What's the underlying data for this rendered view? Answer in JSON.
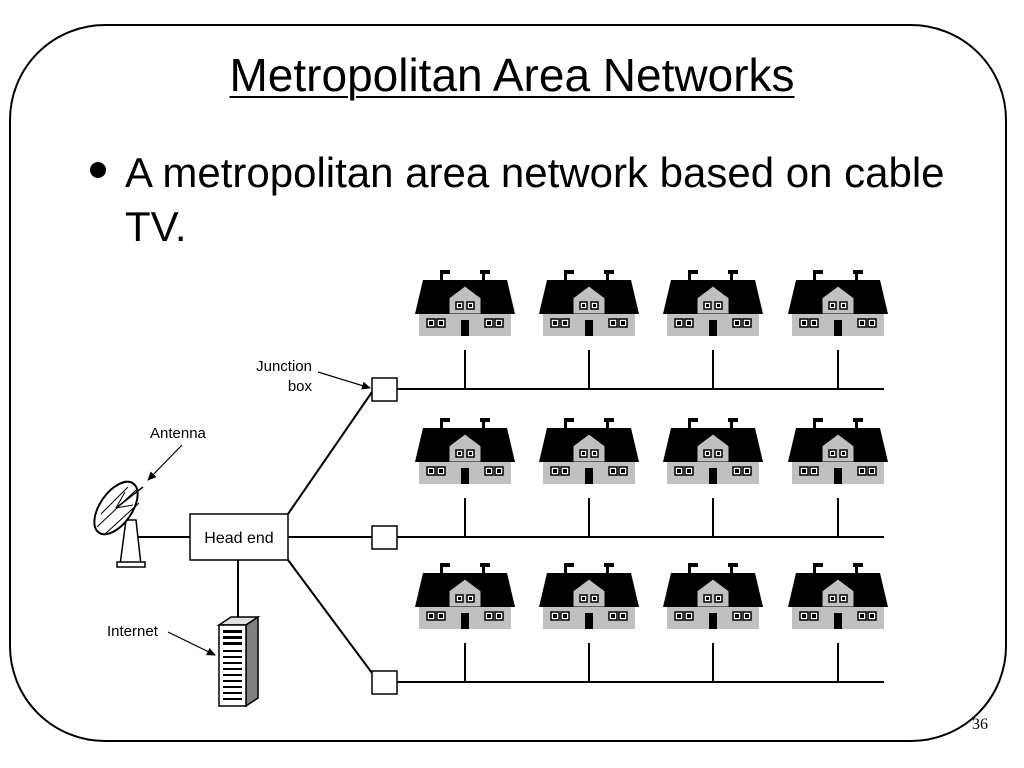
{
  "slide": {
    "title": "Metropolitan Area Networks",
    "bullet": "A metropolitan area network based on cable TV.",
    "page_number": "36"
  },
  "diagram": {
    "labels": {
      "junction_line1": "Junction",
      "junction_line2": "box",
      "antenna": "Antenna",
      "head_end": "Head end",
      "internet": "Internet"
    },
    "rows": 3,
    "houses_per_row": 4,
    "colors": {
      "ink": "#000000",
      "house_wall": "#c0c0c0",
      "background": "#ffffff"
    },
    "icons": [
      "satellite-dish-icon",
      "server-tower-icon",
      "house-icon",
      "junction-box"
    ]
  }
}
